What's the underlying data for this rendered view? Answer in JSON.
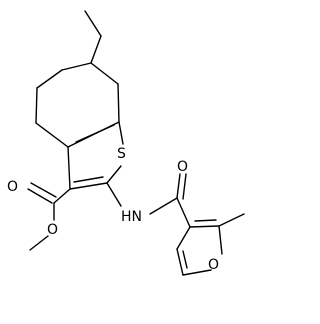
{
  "molecule": {
    "atoms": {
      "sulfur": "S",
      "amide_nh": "HN",
      "ester_carbonyl_o": "O",
      "ester_ether_o": "O",
      "amide_carbonyl_o": "O",
      "furan_o": "O"
    }
  },
  "colors": {
    "bond": "#000000",
    "label": "#000000",
    "background": "#ffffff"
  }
}
